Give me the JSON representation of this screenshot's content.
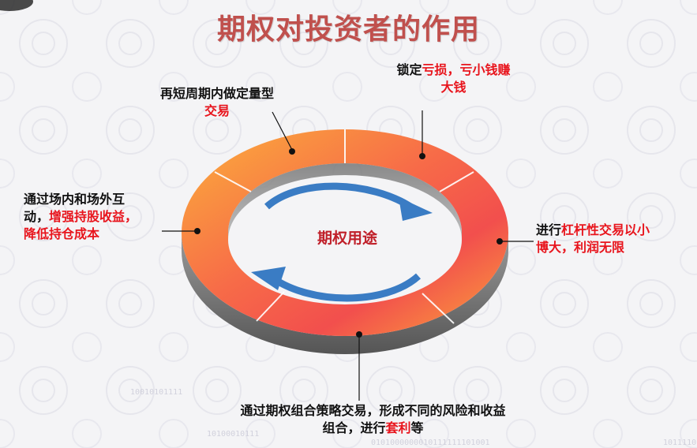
{
  "title": "期权对投资者的作用",
  "center": "期权用途",
  "labels": {
    "top_left": {
      "l1": "再短周期内做定量型",
      "l2": "交易"
    },
    "top_right": {
      "l1a": "锁定",
      "l1b": "亏损，亏小钱赚",
      "l2": "大钱"
    },
    "left": {
      "l1": "通过场内和场外互",
      "l2a": "动，",
      "l2b": "增强持股收益，",
      "l3": "降低持仓成本"
    },
    "right": {
      "l1a": "进行",
      "l1b": "杠杆性交易以小",
      "l2": "博大，利润无限"
    },
    "bottom": {
      "l1": "通过期权组合策略交易，形成不同的风险和收益",
      "l2a": "组合，进行",
      "l2b": "套利",
      "l2c": "等"
    }
  },
  "decor": {
    "binary_1": "10010101111",
    "binary_2": "10100010111",
    "binary_3": "0101000000010111111101001",
    "binary_4": "1011110"
  },
  "colors": {
    "title": "#c0504d",
    "highlight": "#e8141c",
    "ring_red": "#f0504f",
    "ring_orange": "#fbb03b",
    "arrow_blue": "#3a7cc4"
  }
}
